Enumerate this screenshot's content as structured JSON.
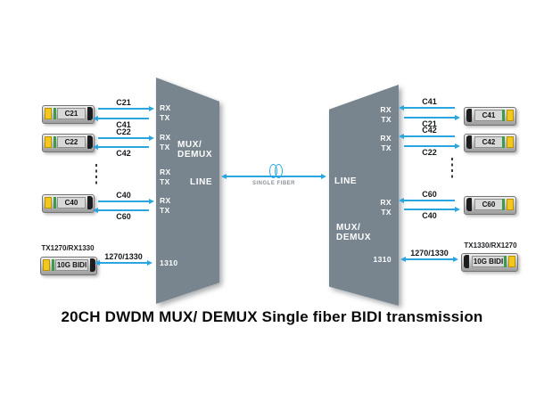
{
  "title": "20CH DWDM MUX/ DEMUX Single fiber BIDI transmission",
  "fiber": {
    "label": "SINGLE FIBER"
  },
  "ports": {
    "rx": "RX",
    "tx": "TX"
  },
  "left_device": {
    "mux_line1": "MUX/",
    "mux_line2": "DEMUX",
    "line_port": "LINE",
    "bidi_port": "1310"
  },
  "right_device": {
    "mux_line1": "MUX/",
    "mux_line2": "DEMUX",
    "line_port": "LINE",
    "bidi_port": "1310"
  },
  "left": {
    "channels": [
      {
        "module": "C21",
        "out_label": "C21",
        "in_label": "C41"
      },
      {
        "module": "C22",
        "out_label": "C22",
        "in_label": "C42"
      },
      {
        "module": "C40",
        "out_label": "C40",
        "in_label": "C60"
      }
    ],
    "bidi": {
      "module": "10G BIDI",
      "ports_label": "TX1270/RX1330",
      "link_label": "1270/1330"
    }
  },
  "right": {
    "channels": [
      {
        "module": "C41",
        "in_label": "C41",
        "out_label": "C21"
      },
      {
        "module": "C42",
        "in_label": "C42",
        "out_label": "C22"
      },
      {
        "module": "C60",
        "in_label": "C60",
        "out_label": "C40"
      }
    ],
    "bidi": {
      "module": "10G BIDI",
      "ports_label": "TX1330/RX1270",
      "link_label": "1270/1330"
    }
  },
  "colors": {
    "arrow_blue": "#2aa5e0",
    "device_gray": "#78858e",
    "latch_yellow": "#f4c71e",
    "strip_green": "#3d9b49"
  }
}
